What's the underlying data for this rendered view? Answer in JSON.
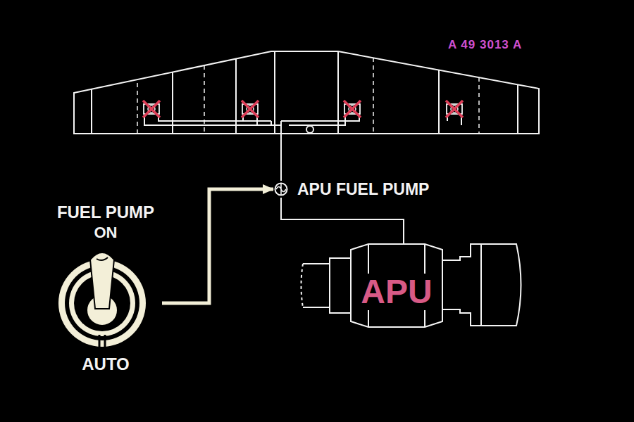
{
  "diagram": {
    "nodes": [
      {
        "text": [
          "FUEL PUMP",
          "ON",
          "AUTO"
        ]
      },
      {
        "text": [
          "APU FUEL PUMP"
        ]
      },
      {
        "text": [
          "APU"
        ]
      }
    ],
    "edges": [
      {
        "from": 0,
        "to": 1,
        "arrow": "to"
      },
      {
        "from": 1,
        "to": 2,
        "arrow": "none"
      }
    ],
    "labels": [
      "A 49 3013 A"
    ]
  }
}
